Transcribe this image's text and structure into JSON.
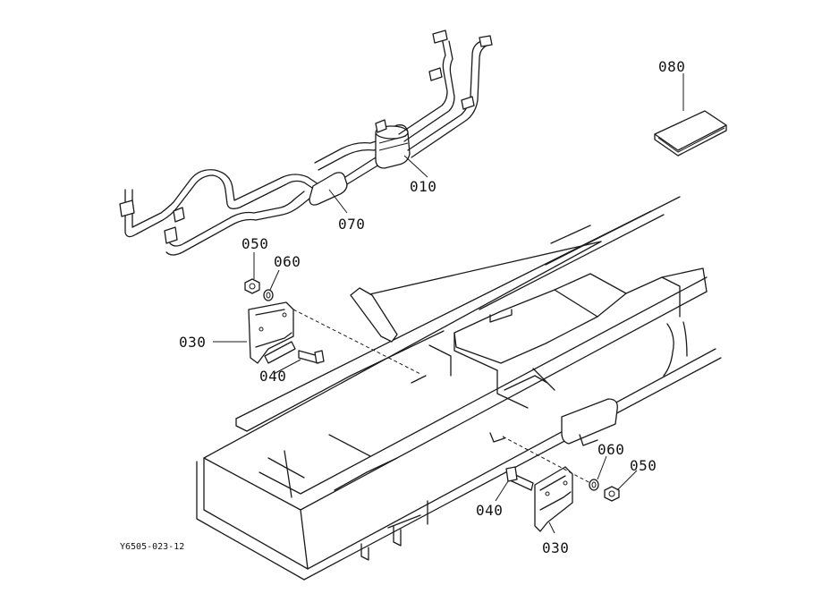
{
  "callouts": {
    "p010": "010",
    "p070": "070",
    "p080": "080",
    "p050_top": "050",
    "p060_top": "060",
    "p030_left": "030",
    "p040_left": "040",
    "p060_right": "060",
    "p050_right": "050",
    "p040_right": "040",
    "p030_right": "030"
  },
  "drawing_ref": "Y6505-023-12"
}
